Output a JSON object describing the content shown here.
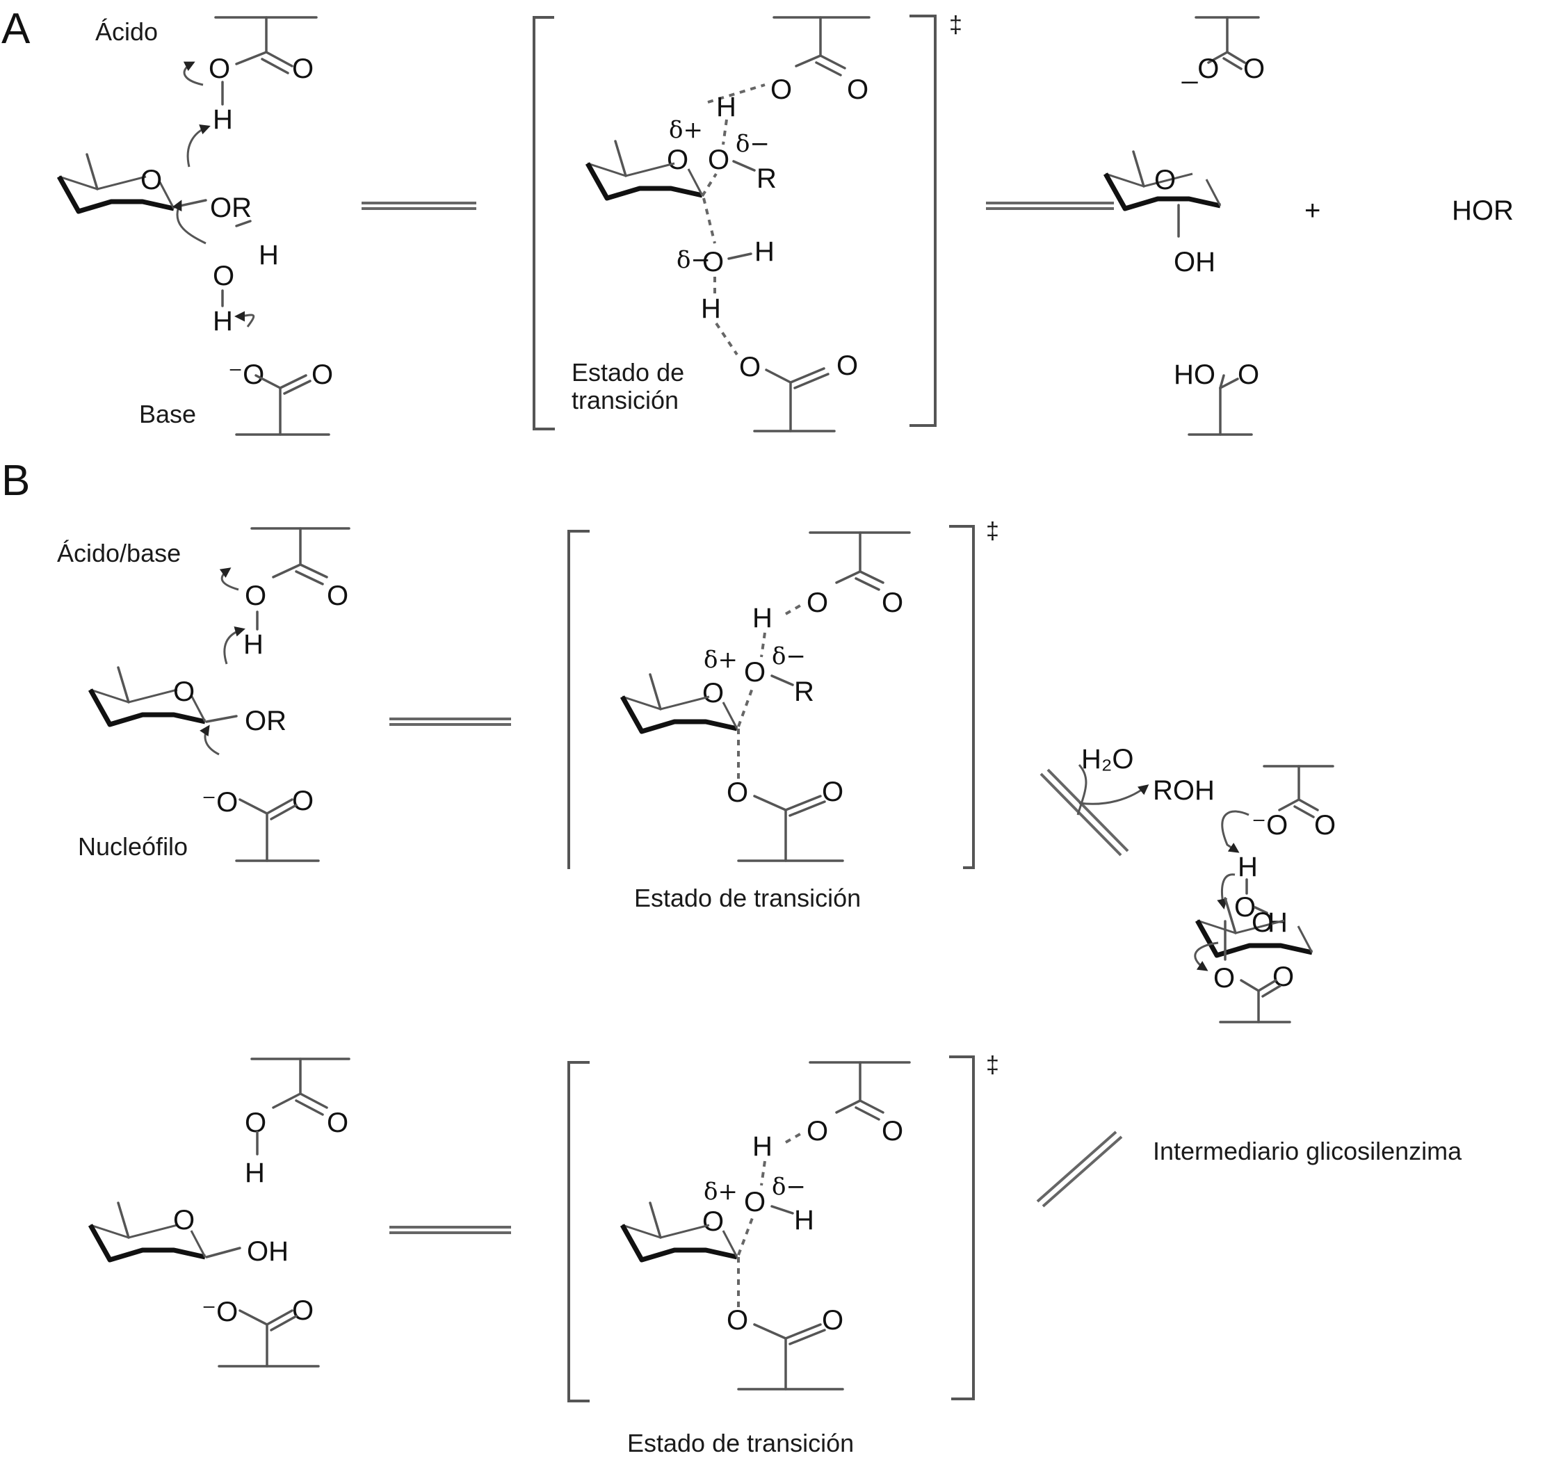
{
  "panels": {
    "A": {
      "label": "A",
      "acid_label": "Ácido",
      "base_label": "Base",
      "reactant": {
        "leaving": "OR",
        "ring_o": "O",
        "water_o": "O",
        "water_h1": "H",
        "water_h2": "H",
        "acid_o": "O",
        "acid_o2": "O",
        "acid_h": "H",
        "base_o": "⁻O",
        "base_o2": "O"
      },
      "ts": {
        "caption_line1": "Estado de",
        "caption_line2": "transición",
        "dagger": "‡",
        "ring_o": "O",
        "delta_plus": "δ+",
        "delta_minus_or": "δ−",
        "delta_minus_w": "δ−",
        "or_o": "O",
        "r": "R",
        "h_top": "H",
        "acid_o": "O",
        "acid_o2": "O",
        "w_o": "O",
        "w_h": "H",
        "w_h2": "H",
        "base_o": "O",
        "base_o2": "O"
      },
      "product": {
        "ring_o": "O",
        "oh": "OH",
        "plus": "+",
        "hor": "HOR",
        "acid_o": "_O",
        "acid_o2": "O",
        "base_ho": "HO",
        "base_o2": "O"
      }
    },
    "B": {
      "label": "B",
      "acidbase_label": "Ácido/base",
      "nucleophile_label": "Nucleófilo",
      "reactant": {
        "leaving": "OR",
        "ring_o": "O",
        "acid_o": "O",
        "acid_o2": "O",
        "acid_h": "H",
        "nuc_o": "⁻O",
        "nuc_o2": "O"
      },
      "ts1": {
        "caption": "Estado de transición",
        "dagger": "‡",
        "ring_o": "O",
        "delta_plus": "δ+",
        "delta_minus": "δ−",
        "or_o": "O",
        "r": "R",
        "h_top": "H",
        "acid_o": "O",
        "acid_o2": "O",
        "nuc_o": "O",
        "nuc_o2": "O"
      },
      "side": {
        "h2o": "H₂O",
        "roh": "ROH"
      },
      "intermediate": {
        "caption": "Intermediario glicosilenzima",
        "ring_o": "O",
        "carbox_o": "⁻O",
        "carbox_o2": "O",
        "w_h_top": "H",
        "w_o": "O",
        "w_h": "H",
        "ester_o": "O",
        "ester_o2": "O"
      },
      "ts2": {
        "caption": "Estado de transición",
        "dagger": "‡",
        "ring_o": "O",
        "delta_plus": "δ+",
        "delta_minus": "δ−",
        "oh_o": "O",
        "oh_h": "H",
        "h_top": "H",
        "acid_o": "O",
        "acid_o2": "O",
        "nuc_o": "O",
        "nuc_o2": "O"
      },
      "product": {
        "ring_o": "O",
        "oh": "OH",
        "acid_o": "O",
        "acid_o2": "O",
        "acid_h": "H",
        "nuc_o": "⁻O",
        "nuc_o2": "O"
      }
    }
  }
}
